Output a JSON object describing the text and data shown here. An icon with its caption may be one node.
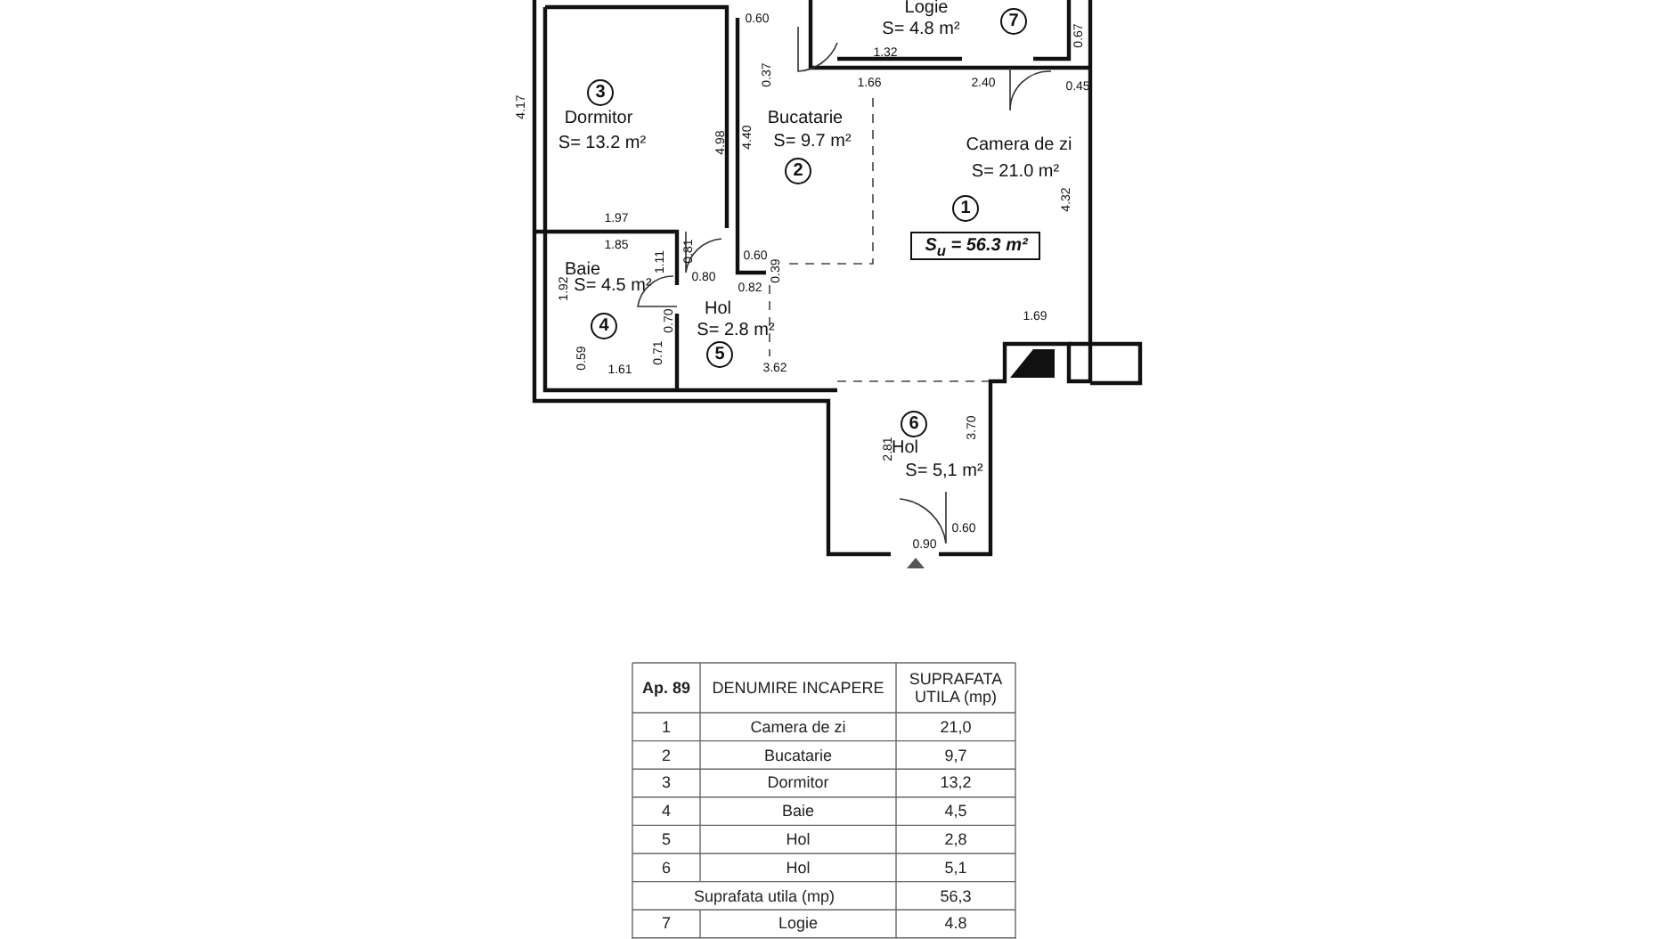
{
  "diagram": {
    "nodes": [
      {
        "text": [
          "Logie",
          "S= 4.8 m²",
          "7"
        ]
      },
      {
        "text": [
          "3",
          "Dormitor",
          "S= 13.2 m²"
        ]
      },
      {
        "text": [
          "Bucatarie",
          "S= 9.7 m²",
          "2"
        ]
      },
      {
        "text": [
          "Camera de zi",
          "S= 21.0 m²",
          "1"
        ]
      },
      {
        "text": [
          "S$_{u}$ = 56.3 m²"
        ]
      },
      {
        "text": [
          "Baie",
          "S= 4.5 m²",
          "4"
        ]
      },
      {
        "text": [
          "Hol",
          "S= 2.8 m²",
          "5"
        ]
      },
      {
        "text": [
          "6",
          "Hol",
          "S= 5,1 m²"
        ]
      }
    ],
    "labels": [
      "0.60",
      "0.37",
      "1.32",
      "1.66",
      "2.40",
      "0.45",
      "0.67",
      "4.17",
      "4.98",
      "4.40",
      "4.32",
      "1.97",
      "1.85",
      "0.81",
      "1.11",
      "0.60",
      "0.39",
      "0.80",
      "0.82",
      "1.69",
      "1.92",
      "0.70",
      "0.59",
      "1.61",
      "0.71",
      "3.62",
      "2.81",
      "3.70",
      "0.90",
      "0.60",
      "Ap. 89",
      "DENUMIRE INCAPERE",
      "SUPRAFATA UTILA (mp)",
      "1",
      "Camera de zi",
      "21,0",
      "2",
      "Bucatarie",
      "9,7",
      "3",
      "Dormitor",
      "13,2",
      "4",
      "Baie",
      "4,5",
      "5",
      "Hol",
      "2,8",
      "6",
      "Hol",
      "5,1",
      "Suprafata utila (mp)",
      "56,3",
      "7",
      "Logie",
      "4.8"
    ]
  }
}
